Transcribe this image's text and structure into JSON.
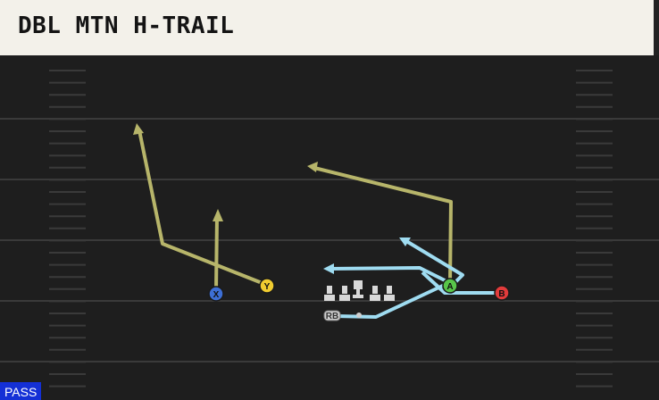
{
  "play": {
    "title": "DBL MTN H-TRAIL",
    "type_badge": "PASS"
  },
  "players": [
    {
      "id": "X",
      "label": "X",
      "color": "#3d6fd6"
    },
    {
      "id": "Y",
      "label": "Y",
      "color": "#f0cc30"
    },
    {
      "id": "A",
      "label": "A",
      "color": "#58c64a"
    },
    {
      "id": "B",
      "label": "B",
      "color": "#e23b3b"
    },
    {
      "id": "RB",
      "label": "RB",
      "color": "#cfcfcf"
    }
  ],
  "colors": {
    "route_receiver": "#b7b56a",
    "route_back": "#9fdcf1",
    "lineman": "#d8d8d8",
    "yard_line": "#3a3a3a",
    "badge": "#1430d6"
  }
}
